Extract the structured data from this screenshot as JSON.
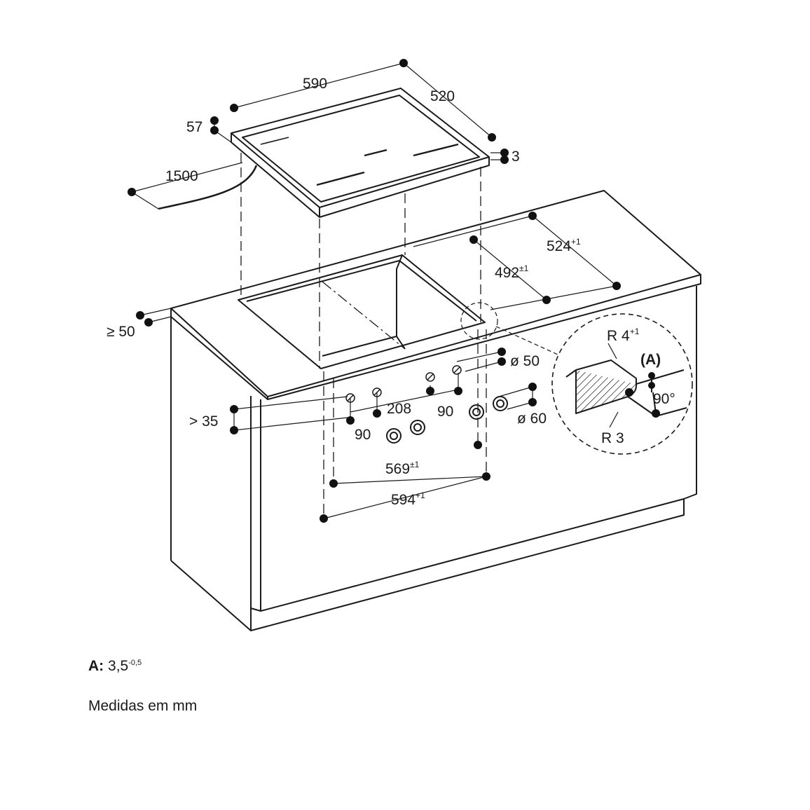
{
  "diagram": {
    "top_width": "590",
    "top_depth": "520",
    "height": "57",
    "edge": "3",
    "cable": "1500",
    "cutout_depth": "524",
    "cutout_depth_tol": "+1",
    "inner_depth": "492",
    "inner_depth_tol": "±1",
    "front_min": "≥ 50",
    "hole": "ø 50",
    "spacing_208": "208",
    "spacing_90_right": "90",
    "spacing_90_left": "90",
    "hole_large": "ø 60",
    "min_35": "> 35",
    "inner_width": "569",
    "inner_width_tol": "±1",
    "outer_width": "594",
    "outer_width_tol": "+1",
    "detail_radius_top": "R 4",
    "detail_radius_top_tol": "+1",
    "detail_radius_bottom": "R 3",
    "detail_marker": "(A)",
    "detail_angle": "90°"
  },
  "notes": {
    "a_label": "A:",
    "a_value": "3,5",
    "a_tol": "-0,5",
    "units": "Medidas em mm"
  }
}
